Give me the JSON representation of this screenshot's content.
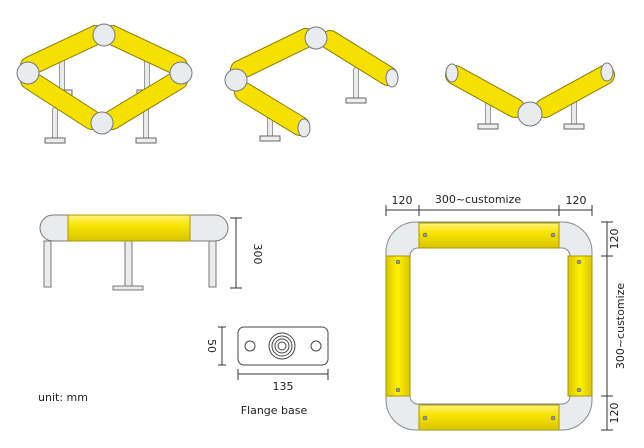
{
  "colors": {
    "yellow": "#f5e000",
    "yellow_edge": "#b8a400",
    "pipe": "#e8ecef",
    "line": "#333333"
  },
  "side_view": {
    "height_label": "300"
  },
  "flange": {
    "height_label": "50",
    "width_label": "135",
    "caption": "Flange base"
  },
  "plan": {
    "top_left": "120",
    "top_mid": "300~customize",
    "top_right": "120",
    "right_top": "120",
    "right_mid": "300~customize",
    "right_bottom": "120"
  },
  "unit": "unit: mm"
}
